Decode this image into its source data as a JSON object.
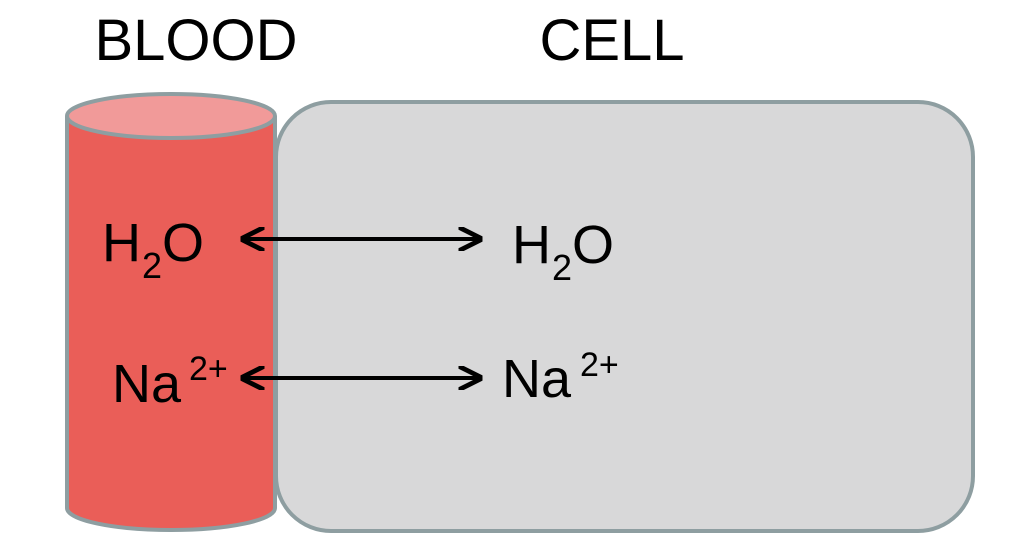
{
  "labels": {
    "blood": "BLOOD",
    "cell": "CELL"
  },
  "molecules": {
    "water": {
      "base_1": "H",
      "subscript": "2",
      "base_2": "O"
    },
    "sodium": {
      "base": "Na",
      "superscript": "2+"
    }
  },
  "colors": {
    "blood_body": "#EA5E58",
    "blood_top": "#F19A99",
    "vessel_outline": "#8E9EA1",
    "cell_fill": "#D8D8D9",
    "cell_outline": "#8E9EA1",
    "arrow": "#000000",
    "text": "#000000"
  }
}
